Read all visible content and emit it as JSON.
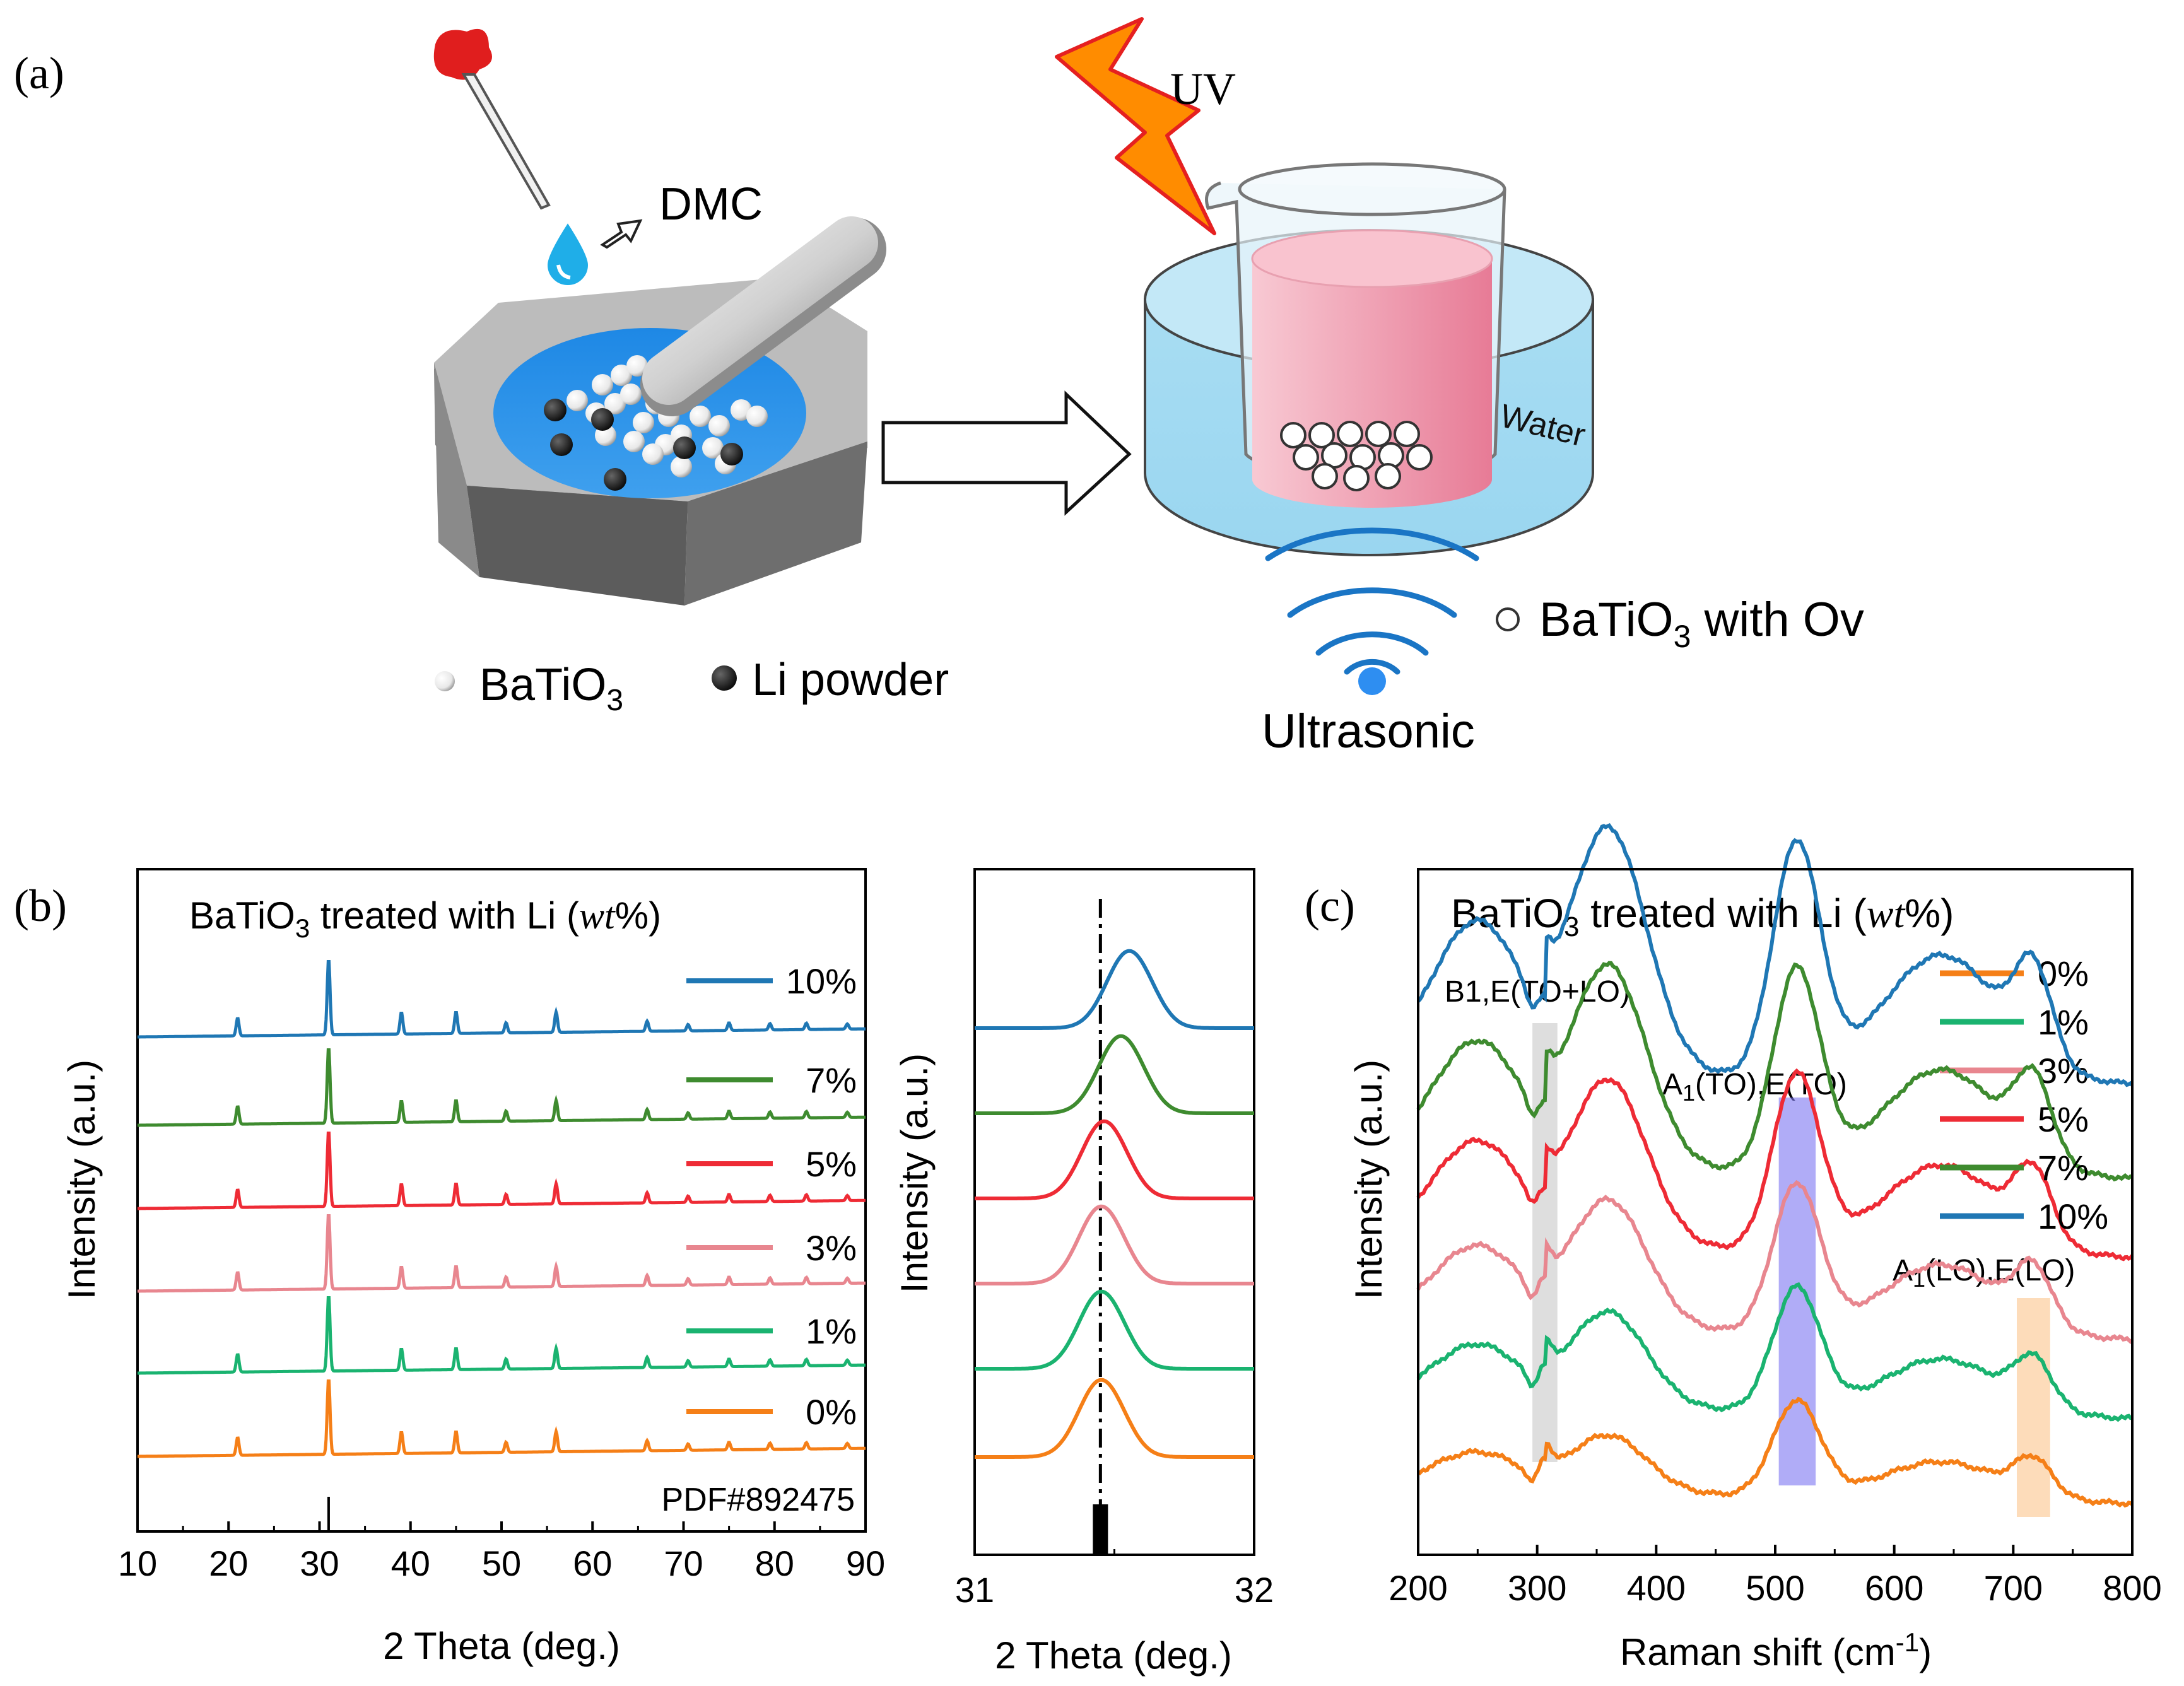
{
  "panel_a": {
    "label": "(a)",
    "uv_label": "UV",
    "dmc_label": "DMC",
    "water_label": "Water",
    "ultrasonic_label": "Ultrasonic",
    "legend_batio3": "BaTiO",
    "legend_batio3_sub": "3",
    "legend_li": "Li powder",
    "product_prefix": "BaTiO",
    "product_sub": "3",
    "product_suffix": " with Ov"
  },
  "panel_b": {
    "label": "(b)",
    "title_prefix": "BaTiO",
    "title_sub": "3",
    "title_mid": " treated with Li (",
    "title_italic": "wt",
    "title_suffix": "%)",
    "pdf_label": "PDF#892475",
    "left_xlabel": "2 Theta (deg.)",
    "right_xlabel": "2 Theta (deg.)",
    "ylabel": "Intensity (a.u.)"
  },
  "panel_c": {
    "label": "(c)",
    "title_prefix": "BaTiO",
    "title_sub": "3",
    "title_mid": " treated with Li (",
    "title_italic": "wt",
    "title_suffix": "%)",
    "xlabel_prefix": "Raman shift (cm",
    "xlabel_sup": "-1",
    "xlabel_suffix": ")",
    "ylabel": "Intensity (a.u.)",
    "ann_b1": "B1,E(TO+LO)",
    "ann_a1to_prefix": "A",
    "ann_a1to_sub": "1",
    "ann_a1to_suffix": "(TO),E(TO)",
    "ann_a1lo_prefix": "A",
    "ann_a1lo_sub": "1",
    "ann_a1lo_suffix": "(LO),E(LO)"
  },
  "chart_data": [
    {
      "type": "line",
      "title": "BaTiO3 treated with Li (wt%)",
      "xlabel": "2 Theta (deg.)",
      "ylabel": "Intensity (a.u.)",
      "xlim": [
        10,
        90
      ],
      "xticks": [
        10,
        20,
        30,
        40,
        50,
        60,
        70,
        80,
        90
      ],
      "reference_label": "PDF#892475",
      "reference_peak": 31,
      "peaks": [
        21,
        31,
        39,
        45,
        50.5,
        56,
        66,
        70.5,
        75,
        79.5,
        83.5,
        88
      ],
      "series": [
        {
          "name": "0%",
          "color": "#f57f17"
        },
        {
          "name": "1%",
          "color": "#1ab370"
        },
        {
          "name": "3%",
          "color": "#e8868f"
        },
        {
          "name": "5%",
          "color": "#ee2b35"
        },
        {
          "name": "7%",
          "color": "#3e8b2f"
        },
        {
          "name": "10%",
          "color": "#1f77b4"
        }
      ]
    },
    {
      "type": "line",
      "xlabel": "2 Theta (deg.)",
      "ylabel": "Intensity (a.u.)",
      "xlim": [
        31,
        32
      ],
      "xticks": [
        31,
        32
      ],
      "reference_peak": 31.45,
      "series": [
        {
          "name": "0%",
          "peak": 31.45,
          "color": "#f57f17"
        },
        {
          "name": "1%",
          "peak": 31.45,
          "color": "#1ab370"
        },
        {
          "name": "3%",
          "peak": 31.45,
          "color": "#e8868f"
        },
        {
          "name": "5%",
          "peak": 31.46,
          "color": "#ee2b35"
        },
        {
          "name": "7%",
          "peak": 31.52,
          "color": "#3e8b2f"
        },
        {
          "name": "10%",
          "peak": 31.55,
          "color": "#1f77b4"
        }
      ]
    },
    {
      "type": "line",
      "title": "BaTiO3 treated with Li (wt%)",
      "xlabel": "Raman shift (cm-1)",
      "ylabel": "Intensity (a.u.)",
      "xlim": [
        200,
        800
      ],
      "xticks": [
        200,
        300,
        400,
        500,
        600,
        700,
        800
      ],
      "bands": [
        {
          "label": "B1,E(TO+LO)",
          "from": 296,
          "to": 317,
          "color": "#c8c8c8"
        },
        {
          "label": "A1(TO),E(TO)",
          "from": 503,
          "to": 534,
          "color": "#7b74f2"
        },
        {
          "label": "A1(LO),E(LO)",
          "from": 703,
          "to": 731,
          "color": "#fbc48c"
        }
      ],
      "series": [
        {
          "name": "0%",
          "color": "#f57f17"
        },
        {
          "name": "1%",
          "color": "#1ab370"
        },
        {
          "name": "3%",
          "color": "#e8868f"
        },
        {
          "name": "5%",
          "color": "#ee2b35"
        },
        {
          "name": "7%",
          "color": "#3e8b2f"
        },
        {
          "name": "10%",
          "color": "#1f77b4"
        }
      ]
    }
  ]
}
